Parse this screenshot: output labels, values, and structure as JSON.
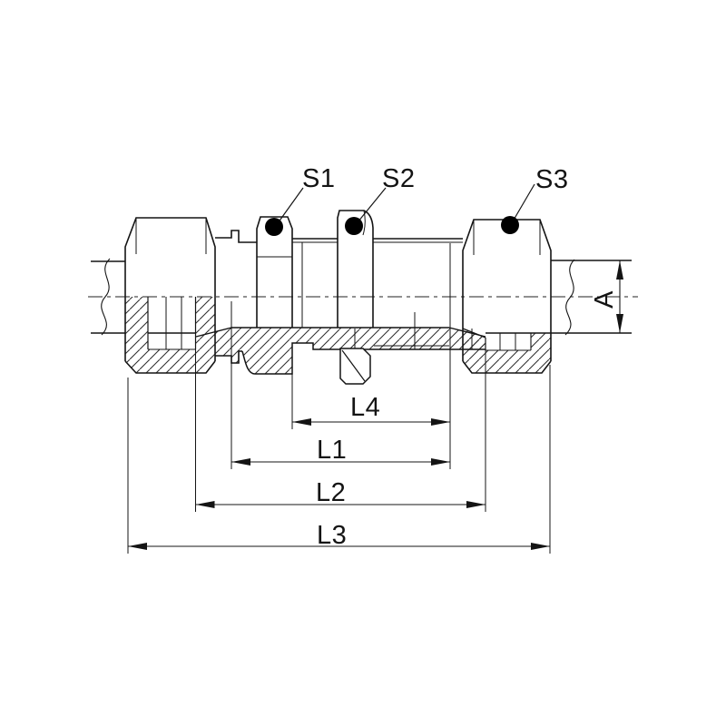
{
  "drawing": {
    "kind": "bulkhead tube fitting technical drawing",
    "colors": {
      "line": "#141414",
      "background": "#ffffff"
    }
  },
  "callouts": {
    "s1": "S1",
    "s2": "S2",
    "s3": "S3"
  },
  "dimensions": {
    "a": "A",
    "l4": "L4",
    "l1": "L1",
    "l2": "L2",
    "l3": "L3"
  }
}
